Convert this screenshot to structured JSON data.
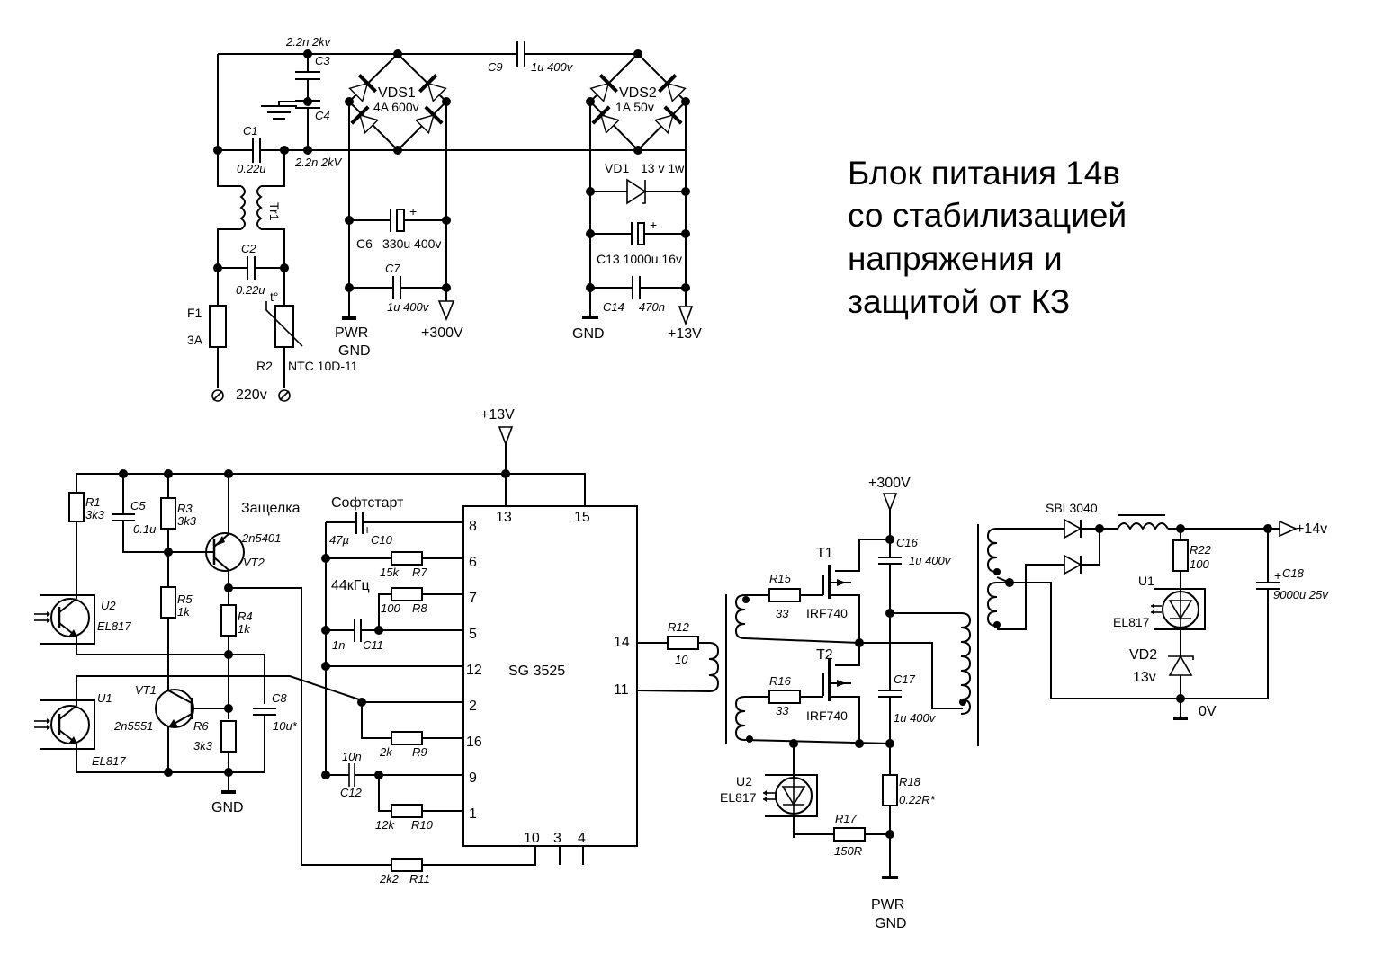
{
  "title_lines": [
    "Блок питания 14в",
    "со стабилизацией",
    "напряжения и",
    "защитой от КЗ"
  ],
  "top": {
    "c3_value": "2.2n 2kv",
    "c3": "C3",
    "c4": "C4",
    "c4_value": "2.2n 2kV",
    "c1": "C1",
    "c1_value": "0.22u",
    "c2": "C2",
    "c2_value": "0.22u",
    "tr1": "Tr1",
    "f1": "F1",
    "f1_value": "3A",
    "r2": "R2",
    "r2_value": "NTC 10D-11",
    "r2_temp": "t°",
    "mains": "220v",
    "vds1": "VDS1",
    "vds1_value": "4A 600v",
    "c9": "C9",
    "c9_value": "1u 400v",
    "vds2": "VDS2",
    "vds2_value": "1A 50v",
    "c6": "C6",
    "c6_value": "330u 400v",
    "c7": "C7",
    "c7_value": "1u 400v",
    "pwr": "PWR",
    "gnd": "GND",
    "v300": "+300V",
    "vd1": "VD1",
    "vd1_value": "13 v 1w",
    "c13_label": "C13 1000u 16v",
    "c14": "C14",
    "c14_value": "470n",
    "gnd2": "GND",
    "v13": "+13V"
  },
  "bottom": {
    "v13": "+13V",
    "r1": "R1",
    "r1_value": "3k3",
    "c5": "C5",
    "c5_value": "0.1u",
    "r3": "R3",
    "r3_value": "3k3",
    "latch": "Защелка",
    "vt2": "VT2",
    "vt2_value": "2n5401",
    "r5": "R5",
    "r5_value": "1k",
    "r4": "R4",
    "r4_value": "1k",
    "u2": "U2",
    "u2_value": "EL817",
    "u1": "U1",
    "u1_value": "EL817",
    "vt1": "VT1",
    "vt1_value": "2n5551",
    "r6": "R6",
    "r6_value": "3k3",
    "c8": "C8",
    "c8_value": "10u*",
    "gnd": "GND",
    "softstart": "Софтстарт",
    "c10": "C10",
    "c10_value": "47µ",
    "r7": "R7",
    "r7_value": "15k",
    "freq": "44кГц",
    "r8": "R8",
    "r8_value": "100",
    "c11": "C11",
    "c11_value": "1n",
    "r9": "R9",
    "r9_value": "2k",
    "c12": "C12",
    "c12_value": "10n",
    "r10": "R10",
    "r10_value": "12k",
    "r11": "R11",
    "r11_value": "2k2",
    "ic": "SG 3525",
    "pins": {
      "p13": "13",
      "p15": "15",
      "p8": "8",
      "p6": "6",
      "p7": "7",
      "p5": "5",
      "p12": "12",
      "p2": "2",
      "p16": "16",
      "p9": "9",
      "p1": "1",
      "p10": "10",
      "p3": "3",
      "p4": "4",
      "p14": "14",
      "p11": "11"
    },
    "r12": "R12",
    "r12_value": "10",
    "v300": "+300V",
    "t1": "T1",
    "t1_value": "IRF740",
    "t2": "T2",
    "t2_value": "IRF740",
    "r15": "R15",
    "r15_value": "33",
    "r16": "R16",
    "r16_value": "33",
    "c16": "C16",
    "c16_value": "1u 400v",
    "c17": "C17",
    "c17_value": "1u 400v",
    "u2b": "U2",
    "u2b_value": "EL817",
    "r18": "R18",
    "r18_value": "0.22R*",
    "r17": "R17",
    "r17_value": "150R",
    "pwr": "PWR",
    "pwr_gnd": "GND",
    "sbl": "SBL3040",
    "r22": "R22",
    "r22_value": "100",
    "u1b": "U1",
    "u1b_value": "EL817",
    "vd2": "VD2",
    "vd2_value": "13v",
    "c18": "C18",
    "c18_value": "9000u 25v",
    "out": "+14v",
    "zero": "0V"
  }
}
